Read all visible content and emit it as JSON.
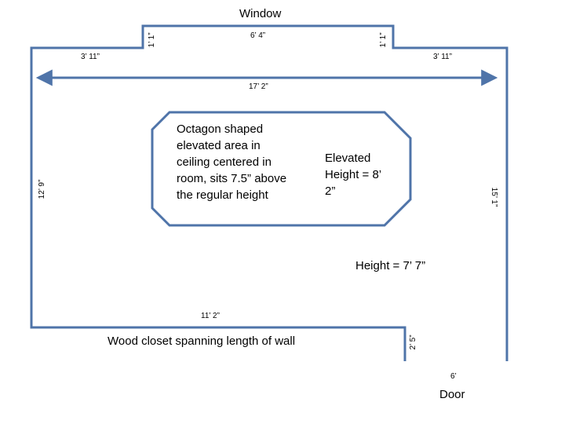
{
  "labels": {
    "window": "Window",
    "door": "Door",
    "closet": "Wood closet spanning length of wall",
    "height": "Height = 7’ 7”"
  },
  "dimensions": {
    "left_notch_height": "1’ 1”",
    "window_width": "6’ 4”",
    "right_notch_height": "1’ 1”",
    "top_left_segment": "3’ 11”",
    "top_right_segment": "3’ 11”",
    "overall_width": "17’ 2”",
    "left_wall": "12’ 9”",
    "right_wall": "15’ 1”",
    "closet_width": "11’ 2”",
    "closet_return": "2’ 5”",
    "door_width": "6’"
  },
  "octagon": {
    "description": "Octagon shaped elevated area in ceiling centered in room, sits 7.5” above the regular height",
    "elevated_height": "Elevated Height = 8’ 2”"
  },
  "colors": {
    "wall": "#4f74a9"
  }
}
